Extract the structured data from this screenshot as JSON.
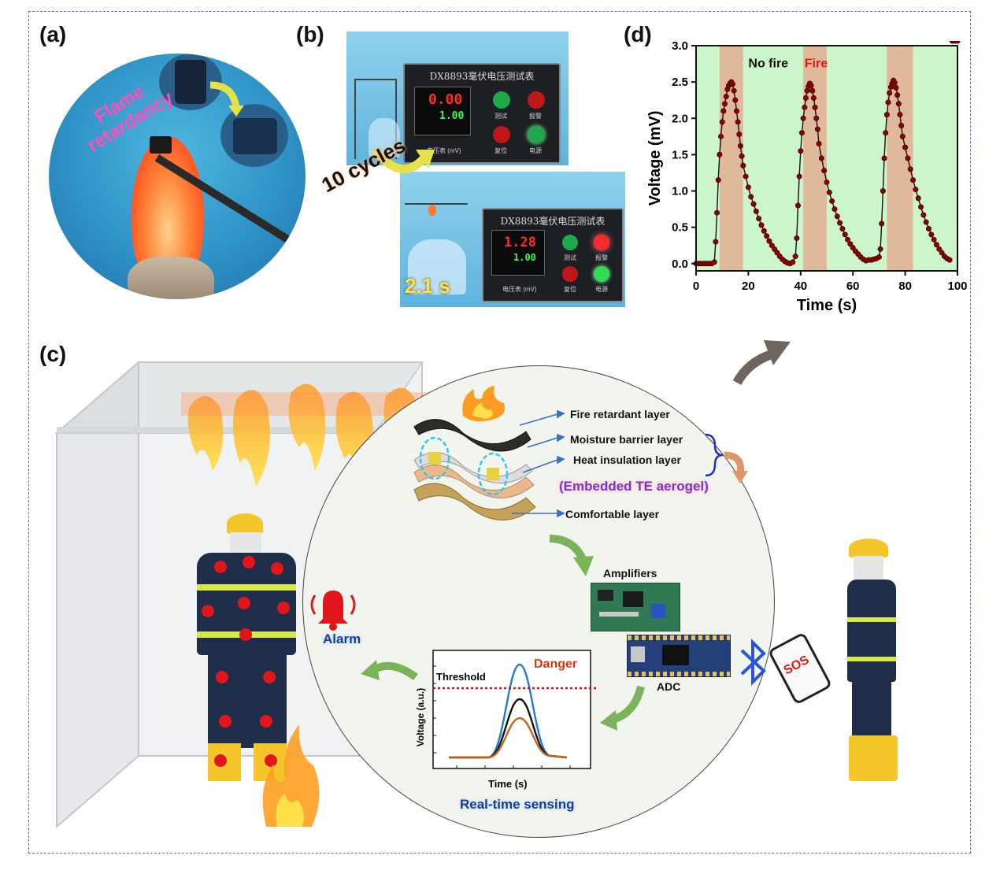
{
  "panels": {
    "a": "(a)",
    "b": "(b)",
    "c": "(c)",
    "d": "(d)"
  },
  "panel_a": {
    "caption": "Flame retardancy"
  },
  "panel_b": {
    "meter_title": "DX8893毫伏电压测试表",
    "meter1_red": "0.00",
    "meter1_green": "1.00",
    "meter2_red": "1.28",
    "meter2_green": "1.00",
    "btn_test": "测试",
    "btn_alarm": "报警",
    "btn_reset": "复位",
    "btn_power": "电源",
    "unit": "电压表 (mV)",
    "cycles": "10 cycles",
    "time": "2.1 s"
  },
  "panel_c": {
    "layers": {
      "fire": "Fire retardant layer",
      "moisture": "Moisture barrier layer",
      "heat": "Heat insulation layer",
      "aerogel": "(Embedded TE aerogel)",
      "comfort": "Comfortable layer"
    },
    "amplifiers": "Amplifiers",
    "adc": "ADC",
    "sos": "SOS",
    "alarm": "Alarm",
    "realtime": "Real-time sensing",
    "inset": {
      "danger": "Danger",
      "threshold": "Threshold",
      "xlabel": "Time (s)",
      "ylabel": "Voltage (a.u.)"
    }
  },
  "chart_data": {
    "type": "scatter",
    "xlabel": "Time (s)",
    "ylabel": "Voltage (mV)",
    "xlim": [
      0,
      100
    ],
    "ylim": [
      -0.1,
      3.0
    ],
    "xticks": [
      0,
      20,
      40,
      60,
      80,
      100
    ],
    "yticks": [
      0.0,
      0.5,
      1.0,
      1.5,
      2.0,
      2.5,
      3.0
    ],
    "annotations": {
      "no_fire": "No fire",
      "fire": "Fire"
    },
    "fire_intervals": [
      [
        9,
        18
      ],
      [
        41,
        50
      ],
      [
        73,
        83
      ]
    ],
    "background_color": "#ccf5cc",
    "fire_color": "#e0b89a",
    "marker_color": "#8b0000",
    "x": [
      0,
      1,
      2,
      3,
      4,
      5,
      6,
      7,
      7.5,
      8,
      8.5,
      9,
      9.5,
      10,
      10.5,
      11,
      11.5,
      12,
      12.5,
      13,
      13.5,
      14,
      14.5,
      15,
      15.5,
      16,
      16.5,
      17,
      17.5,
      18,
      19,
      20,
      21,
      22,
      23,
      24,
      25,
      26,
      27,
      28,
      29,
      30,
      31,
      32,
      33,
      34,
      35,
      36,
      37,
      38,
      38.5,
      39,
      39.5,
      40,
      40.5,
      41,
      41.5,
      42,
      42.5,
      43,
      43.5,
      44,
      44.5,
      45,
      45.5,
      46,
      46.5,
      47,
      48,
      49,
      50,
      51,
      52,
      53,
      54,
      55,
      56,
      57,
      58,
      59,
      60,
      61,
      62,
      63,
      64,
      65,
      66,
      67,
      68,
      69,
      70,
      70.5,
      71,
      71.5,
      72,
      72.5,
      73,
      73.5,
      74,
      74.5,
      75,
      75.5,
      76,
      76.5,
      77,
      77.5,
      78,
      78.5,
      79,
      80,
      81,
      82,
      83,
      84,
      85,
      86,
      87,
      88,
      89,
      90,
      91,
      92,
      93,
      94,
      95,
      96,
      97,
      98,
      99,
      100
    ],
    "y": [
      0,
      0,
      0,
      0,
      0,
      0,
      0,
      0.02,
      0.3,
      0.7,
      1.15,
      1.5,
      1.75,
      1.95,
      2.1,
      2.2,
      2.3,
      2.4,
      2.45,
      2.48,
      2.5,
      2.47,
      2.38,
      2.25,
      2.1,
      1.95,
      1.78,
      1.62,
      1.48,
      1.35,
      1.2,
      1.05,
      0.92,
      0.82,
      0.72,
      0.62,
      0.53,
      0.45,
      0.38,
      0.31,
      0.25,
      0.2,
      0.15,
      0.1,
      0.06,
      0.03,
      0.01,
      0.0,
      0.02,
      0.1,
      0.35,
      0.8,
      1.2,
      1.55,
      1.8,
      2.0,
      2.15,
      2.28,
      2.38,
      2.44,
      2.48,
      2.45,
      2.38,
      2.28,
      2.15,
      2.0,
      1.85,
      1.65,
      1.45,
      1.28,
      1.12,
      0.98,
      0.86,
      0.75,
      0.65,
      0.56,
      0.48,
      0.4,
      0.33,
      0.27,
      0.22,
      0.17,
      0.13,
      0.09,
      0.06,
      0.04,
      0.05,
      0.05,
      0.06,
      0.07,
      0.09,
      0.2,
      0.55,
      1.0,
      1.45,
      1.8,
      2.05,
      2.22,
      2.35,
      2.43,
      2.48,
      2.52,
      2.49,
      2.42,
      2.32,
      2.2,
      2.05,
      1.9,
      1.75,
      1.6,
      1.45,
      1.3,
      1.15,
      1.02,
      0.9,
      0.78,
      0.67,
      0.57,
      0.48,
      0.4,
      0.33,
      0.26,
      0.2,
      0.15,
      0.1,
      0.07,
      0.05
    ]
  }
}
